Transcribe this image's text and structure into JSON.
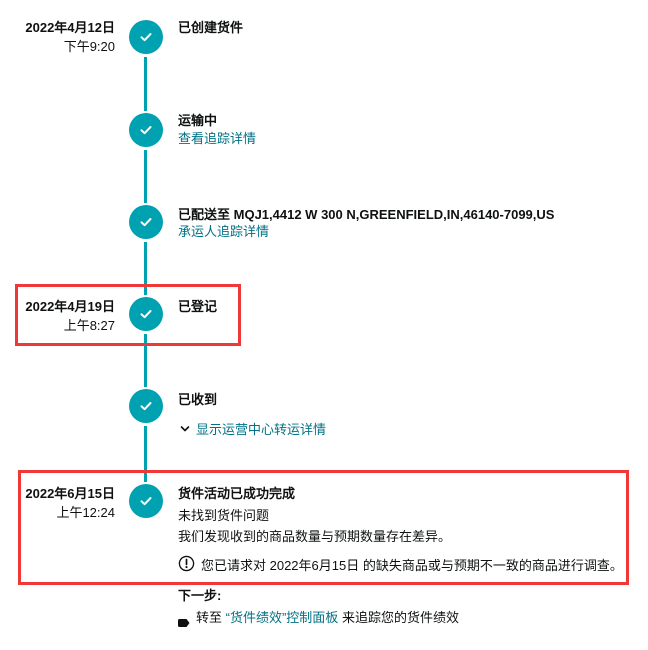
{
  "colors": {
    "timeline_accent": "#00a1b0",
    "link": "#007185",
    "text": "#0f1111",
    "highlight_box": "#f03838"
  },
  "events": [
    {
      "date": "2022年4月12日",
      "time": "下午9:20",
      "title": "已创建货件",
      "icon": "check-icon"
    },
    {
      "date": "",
      "time": "",
      "title": "运输中",
      "link": "查看追踪详情",
      "icon": "check-icon"
    },
    {
      "date": "",
      "time": "",
      "title_prefix": "已配送至",
      "address": "MQJ1,4412 W 300 N,GREENFIELD,IN,46140-7099,US",
      "link": "承运人追踪详情",
      "icon": "check-icon"
    },
    {
      "date": "2022年4月19日",
      "time": "上午8:27",
      "title": "已登记",
      "icon": "check-icon",
      "highlighted": true
    },
    {
      "date": "",
      "time": "",
      "title": "已收到",
      "expander": "显示运营中心转运详情",
      "expander_icon": "chevron-down-icon",
      "icon": "check-icon"
    },
    {
      "date": "2022年6月15日",
      "time": "上午12:24",
      "title": "货件活动已成功完成",
      "line1": "未找到货件问题",
      "line2": "我们发现收到的商品数量与预期数量存在差异。",
      "alert_icon": "info-exclamation-icon",
      "alert": "您已请求对 2022年6月15日 的缺失商品或与预期不一致的商品进行调查。",
      "icon": "check-icon",
      "highlighted": true
    }
  ],
  "next_steps": {
    "label": "下一步:",
    "item_prefix": "转至",
    "item_link": "“货件绩效”控制面板",
    "item_suffix": "来追踪您的货件绩效",
    "bullet_icon": "tag-icon"
  }
}
